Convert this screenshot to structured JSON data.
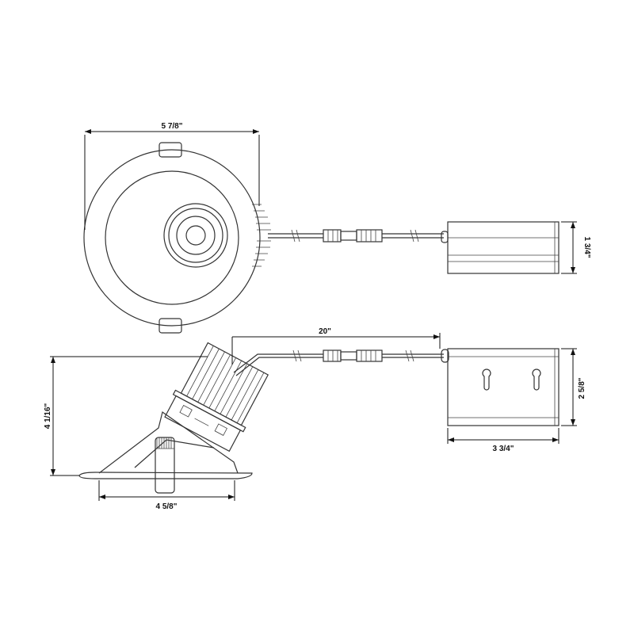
{
  "dimensions": {
    "top_view_diameter": "5 7/8\"",
    "driver_width_top": "1 3/4\"",
    "cable_length": "20\"",
    "overall_height": "4 1/16\"",
    "driver_height": "2 5/8\"",
    "driver_length": "3 3/4\"",
    "cutout_diameter": "4 5/8\""
  }
}
